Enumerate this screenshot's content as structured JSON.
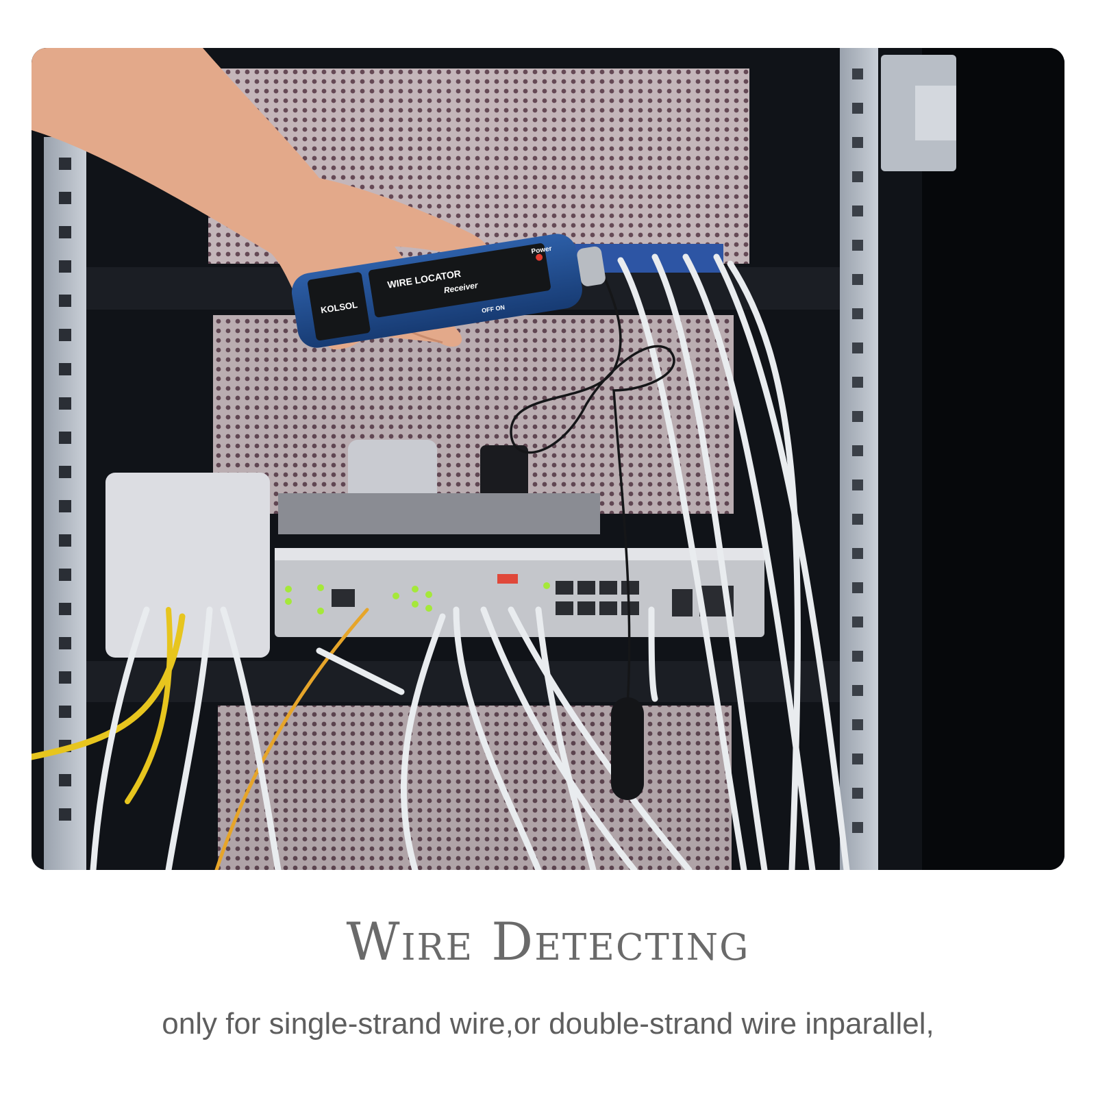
{
  "device": {
    "brand": "KOLSOL",
    "model_label": "WIRE LOCATOR",
    "sub_label": "Receiver",
    "power_label": "Power",
    "switch_label": "OFF ON"
  },
  "headline": "Wire Detecting",
  "caption": "only for single-strand wire,or double-strand wire inparallel,"
}
